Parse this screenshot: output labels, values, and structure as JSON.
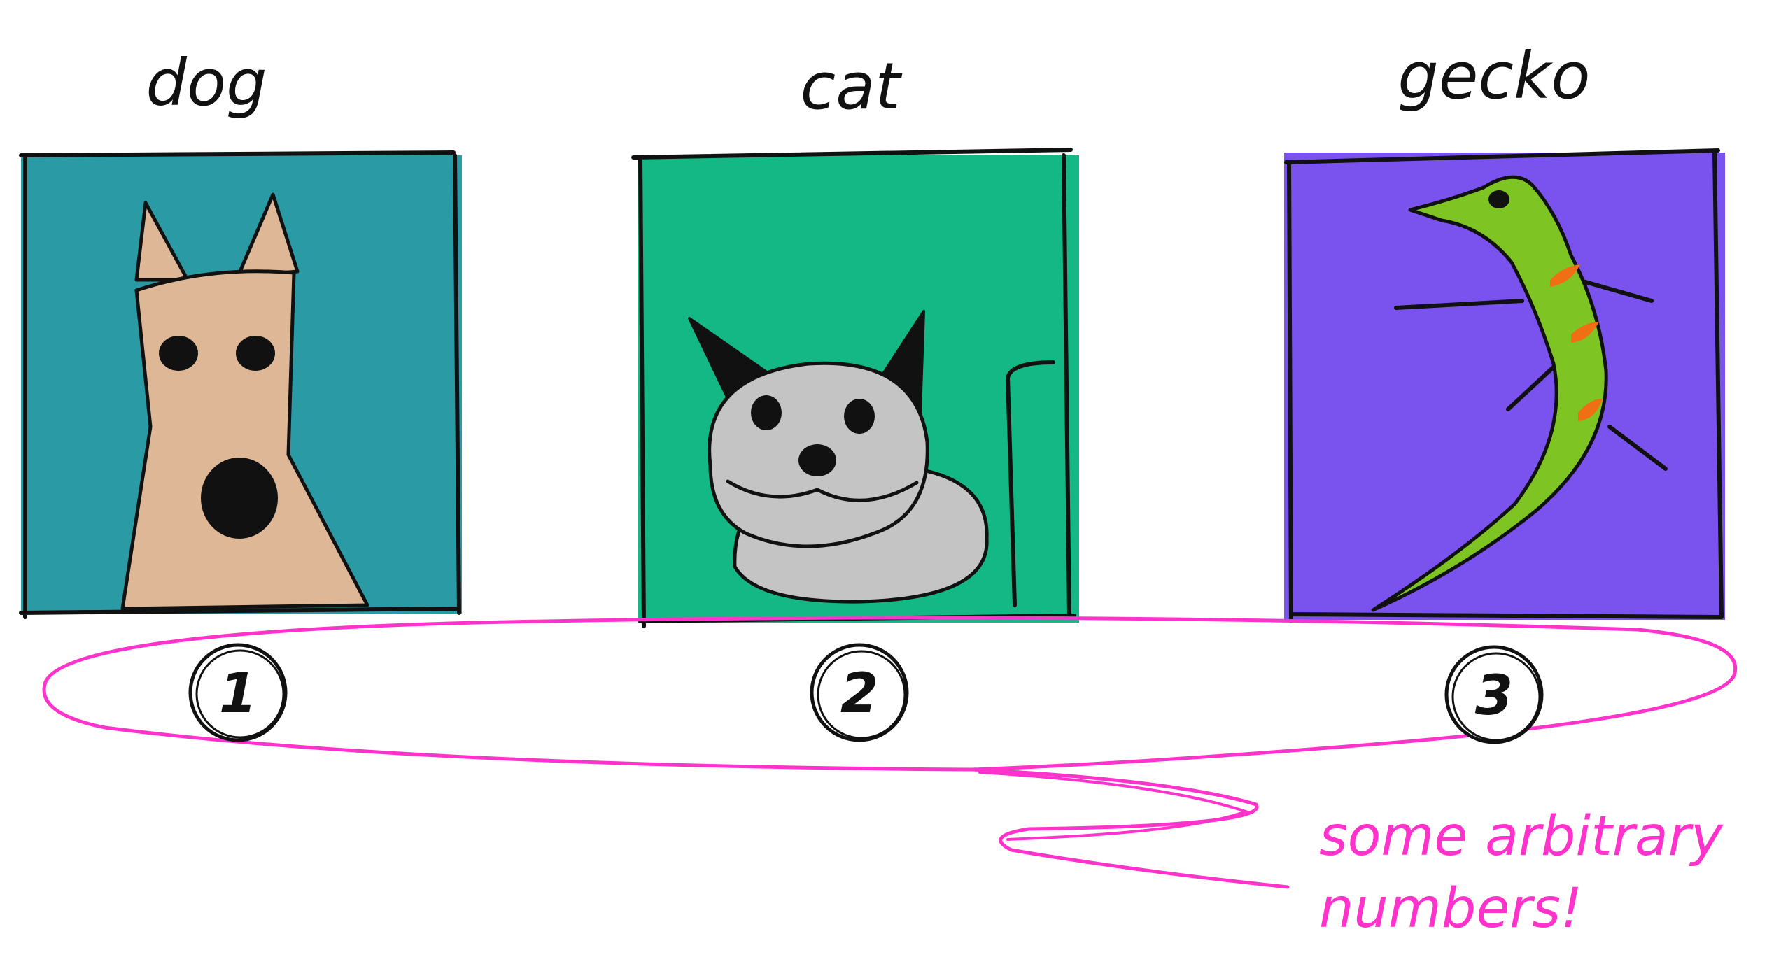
{
  "panels": [
    {
      "label": "dog",
      "number": "1",
      "animal": "dog",
      "background": "#2a9aa5"
    },
    {
      "label": "cat",
      "number": "2",
      "animal": "cat",
      "background": "#14b885"
    },
    {
      "label": "gecko",
      "number": "3",
      "animal": "gecko",
      "background": "#7a53ee"
    }
  ],
  "annotation": {
    "line1": "some arbitrary",
    "line2": "numbers!",
    "color": "#ff33cc"
  }
}
